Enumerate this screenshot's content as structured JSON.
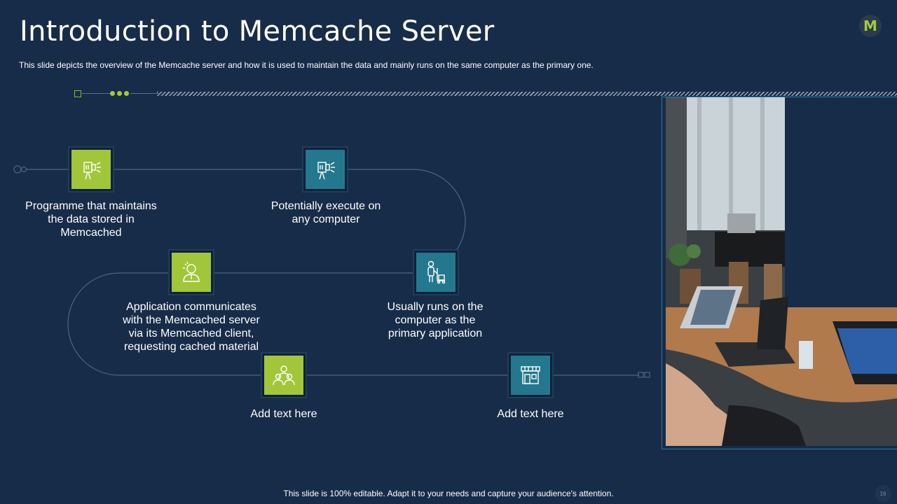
{
  "slide": {
    "title": "Introduction to Memcache Server",
    "subtitle": "This slide depicts the overview  of the Memcache server  and how it is used to maintain the data and mainly runs on the same computer as the primary one.",
    "logo_letter": "M",
    "footer": "This slide is 100% editable. Adapt it to your needs and capture your audience's attention.",
    "page_number": "16"
  },
  "colors": {
    "background": "#172c48",
    "accent_green": "#a1c63a",
    "accent_teal": "#24788d",
    "path_line": "#4a6585"
  },
  "steps": [
    {
      "icon": "projector-icon",
      "style": "green",
      "label": "Programme that maintains the data stored in Memcached"
    },
    {
      "icon": "projector-icon",
      "style": "teal",
      "label": "Potentially execute on any computer"
    },
    {
      "icon": "idea-person-icon",
      "style": "green",
      "label": "Application communicates with the Memcached server via its Memcached client, requesting cached material"
    },
    {
      "icon": "delivery-person-icon",
      "style": "teal",
      "label": "Usually runs on the computer as the primary application"
    },
    {
      "icon": "team-icon",
      "style": "green",
      "label": "Add text here"
    },
    {
      "icon": "store-icon",
      "style": "teal",
      "label": "Add text here"
    }
  ]
}
